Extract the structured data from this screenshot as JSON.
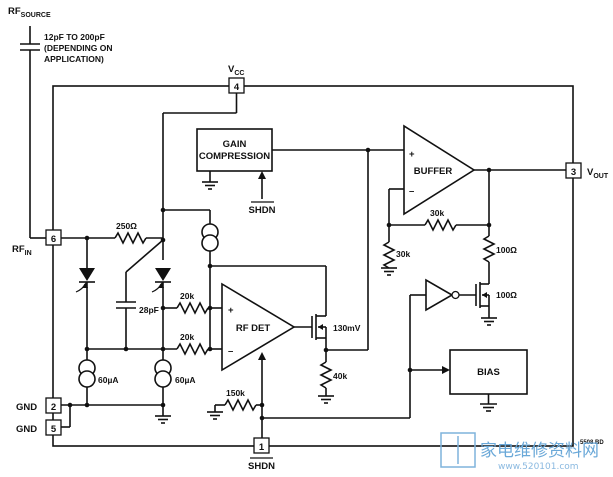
{
  "labels": {
    "rf_source": "RF",
    "rf_source_sub": "SOURCE",
    "cap_note_1": "12pF TO 200pF",
    "cap_note_2": "(DEPENDING ON",
    "cap_note_3": "APPLICATION)",
    "vcc": "V",
    "vcc_sub": "CC",
    "vout": "V",
    "vout_sub": "OUT",
    "rfin": "RF",
    "rfin_sub": "IN",
    "gnd_2": "GND",
    "gnd_5": "GND",
    "shdn_top": "SHDN",
    "shdn_bottom": "SHDN",
    "part_code": "5508 BD"
  },
  "blocks": {
    "gain_1": "GAIN",
    "gain_2": "COMPRESSION",
    "buffer": "BUFFER",
    "rfdet": "RF DET",
    "bias": "BIAS"
  },
  "pins": {
    "p1": "1",
    "p2": "2",
    "p3": "3",
    "p4": "4",
    "p5": "5",
    "p6": "6"
  },
  "components": {
    "r250": "250Ω",
    "c28": "28pF",
    "r20k_a": "20k",
    "r20k_b": "20k",
    "r150k": "150k",
    "r30k_a": "30k",
    "r30k_b": "30k",
    "r40k": "40k",
    "r100_a": "100Ω",
    "r100_b": "100Ω",
    "v130": "130mV",
    "i60_a": "60µA",
    "i60_b": "60µA"
  },
  "opamp_signs": {
    "buffer_plus": "+",
    "buffer_minus": "–",
    "rfdet_plus": "+",
    "rfdet_minus": "–"
  },
  "watermark": {
    "text": "家电维修资料网",
    "url": "www.520101.com"
  }
}
